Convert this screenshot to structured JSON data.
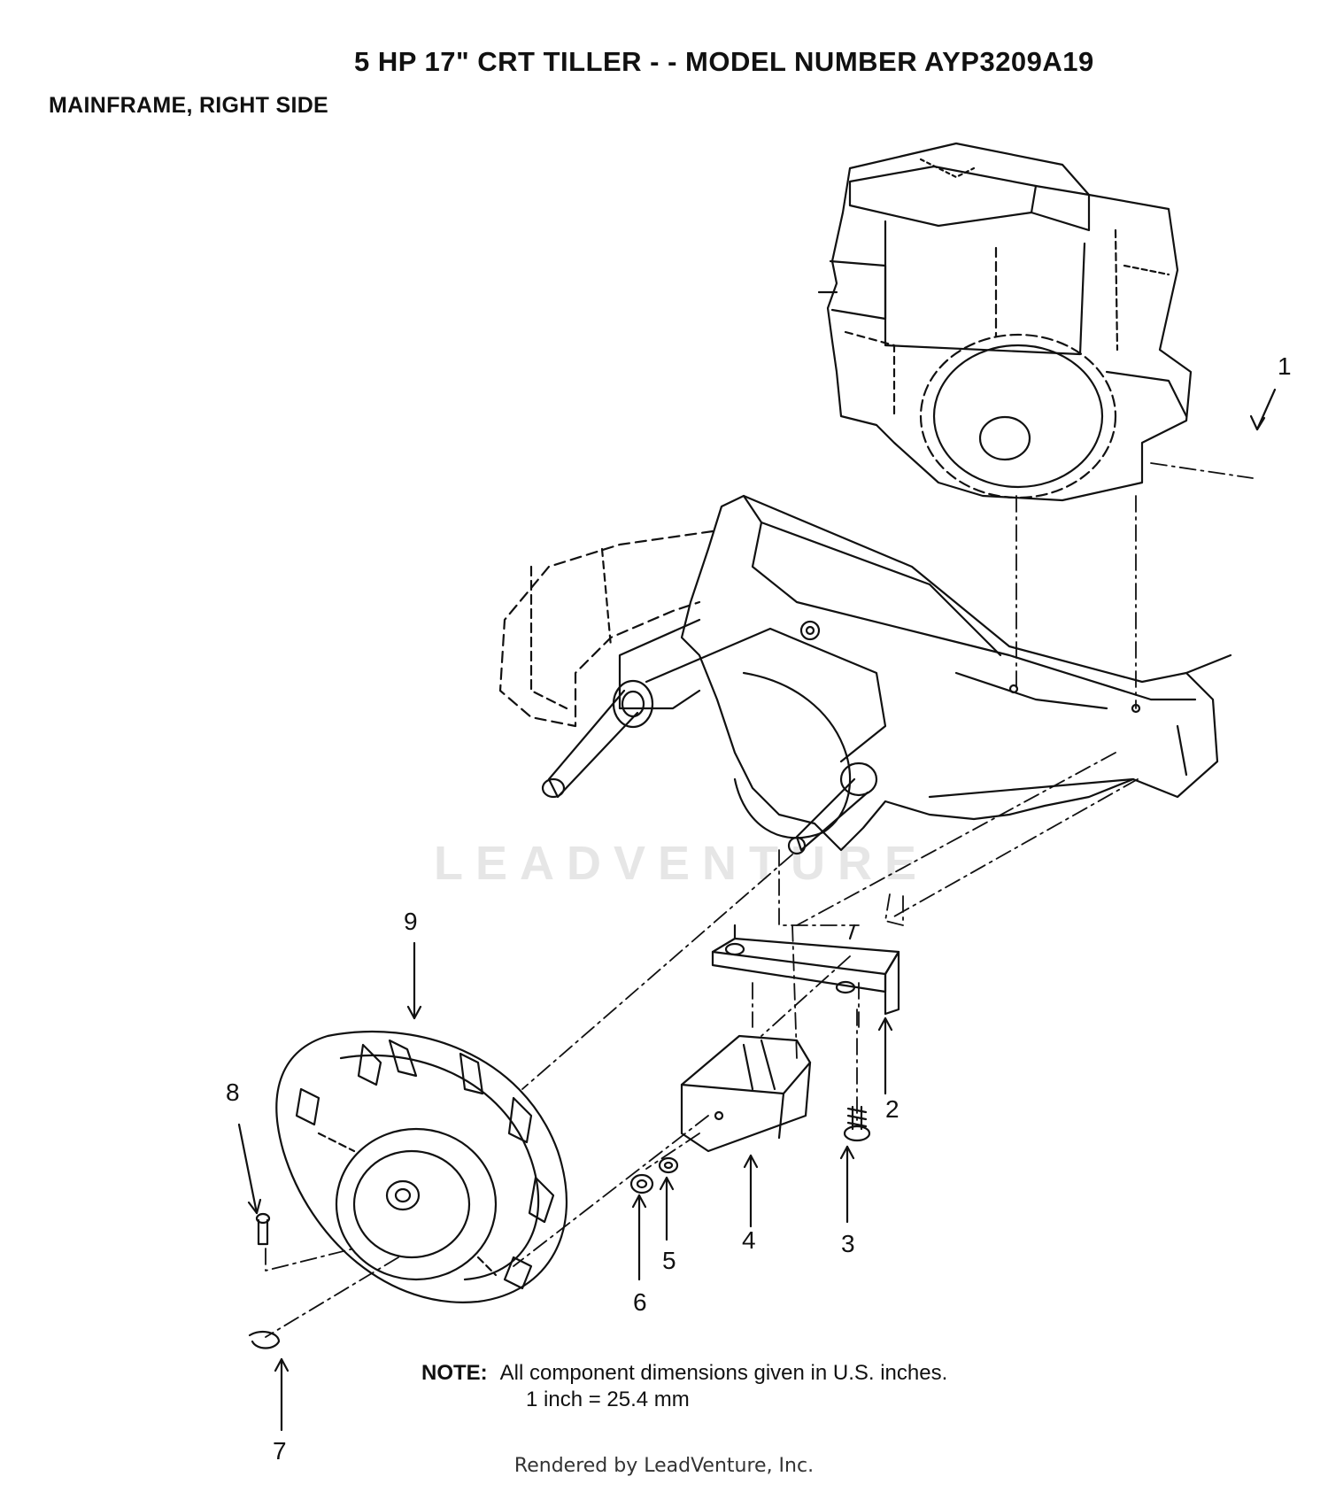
{
  "title": "5 HP 17\" CRT TILLER - - MODEL NUMBER AYP3209A19",
  "subtitle": "MAINFRAME, RIGHT SIDE",
  "note": {
    "label": "NOTE:",
    "line1": "All component dimensions given in U.S. inches.",
    "line2": "1 inch = 25.4 mm"
  },
  "footer": "Rendered by LeadVenture, Inc.",
  "watermark": "LEADVENTURE",
  "callouts": {
    "c1": "1",
    "c2": "2",
    "c3": "3",
    "c4": "4",
    "c5": "5",
    "c6": "6",
    "c7": "7",
    "c8": "8",
    "c9": "9"
  }
}
